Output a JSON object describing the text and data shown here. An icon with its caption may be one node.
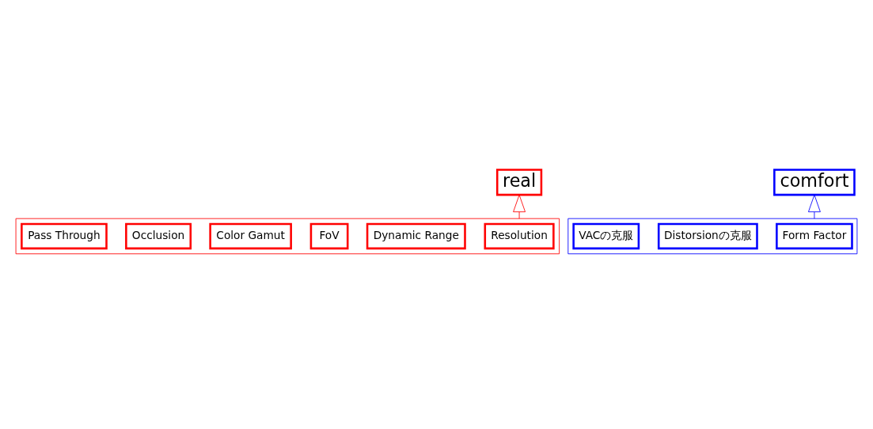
{
  "diagram": {
    "nodes": [
      {
        "text": [
          "real"
        ]
      },
      {
        "text": [],
        "shape": "box"
      },
      {
        "text": [
          "Resolution"
        ],
        "in": 1
      },
      {
        "text": [
          "Dynamic Range"
        ],
        "in": 1
      },
      {
        "text": [
          "FoV"
        ],
        "in": 1
      },
      {
        "text": [
          "Color Gamut"
        ],
        "in": 1
      },
      {
        "text": [
          "Occlusion"
        ],
        "in": 1
      },
      {
        "text": [
          "Pass Through"
        ],
        "in": 1
      },
      {
        "text": [
          "comfort"
        ]
      },
      {
        "text": [],
        "shape": "box"
      },
      {
        "text": [
          "Form Factor"
        ],
        "in": 9
      },
      {
        "text": [
          "Distorsionの克服"
        ],
        "in": 9
      },
      {
        "text": [
          "VACの克服"
        ],
        "in": 9
      }
    ],
    "edges": [
      {
        "from": 1,
        "to": 0,
        "arrow": "to",
        "color": "#ff0000"
      },
      {
        "from": 9,
        "to": 8,
        "arrow": "to",
        "color": "#0000ff"
      }
    ]
  }
}
